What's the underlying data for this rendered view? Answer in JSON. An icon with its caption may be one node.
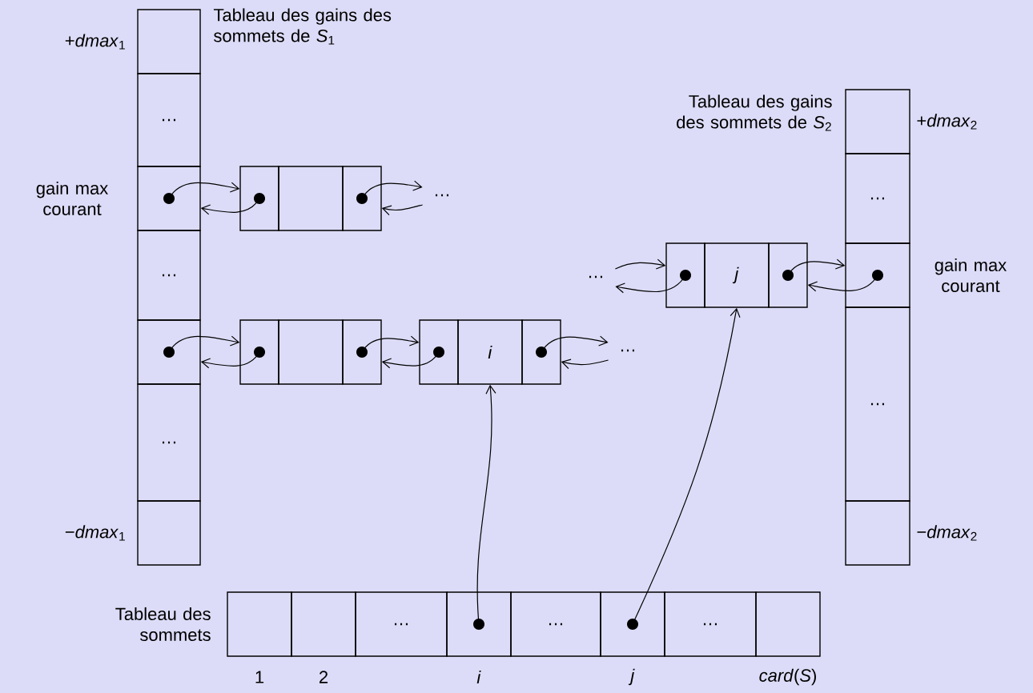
{
  "diagram": {
    "nodes": [
      {
        "text": [],
        "shape": "box",
        "beside": [
          "+*dmax*$_{1}$"
        ]
      },
      {
        "text": [
          "…"
        ]
      },
      {
        "text": [],
        "shape": "box",
        "beside": [
          "gain max courant"
        ]
      },
      {
        "text": [
          "…"
        ]
      },
      {
        "text": [],
        "shape": "box"
      },
      {
        "text": [
          "…"
        ]
      },
      {
        "text": [],
        "shape": "box",
        "beside": [
          "−*dmax*$_{1}$"
        ]
      },
      {
        "text": [],
        "shape": "box",
        "beside": [
          "+*dmax*$_{2}$"
        ]
      },
      {
        "text": [
          "…"
        ]
      },
      {
        "text": [],
        "shape": "box",
        "beside": [
          "gain max courant"
        ]
      },
      {
        "text": [
          "…"
        ]
      },
      {
        "text": [],
        "shape": "box",
        "beside": [
          "−*dmax*$_{2}$"
        ]
      },
      {
        "text": [],
        "shape": "box"
      },
      {
        "text": [],
        "shape": "box"
      },
      {
        "text": [],
        "shape": "box"
      },
      {
        "text": [],
        "shape": "box"
      },
      {
        "text": [],
        "shape": "box"
      },
      {
        "text": [],
        "shape": "box"
      },
      {
        "text": [],
        "shape": "box"
      },
      {
        "text": [
          "*i*"
        ]
      },
      {
        "text": [],
        "shape": "box"
      },
      {
        "text": [],
        "shape": "box"
      },
      {
        "text": [
          "*j*"
        ]
      },
      {
        "text": [],
        "shape": "box"
      },
      {
        "text": [],
        "shape": "box",
        "beside": [
          "1"
        ]
      },
      {
        "text": [],
        "shape": "box",
        "beside": [
          "2"
        ]
      },
      {
        "text": [
          "…"
        ]
      },
      {
        "text": [],
        "shape": "box",
        "beside": [
          "*i*"
        ]
      },
      {
        "text": [
          "…"
        ]
      },
      {
        "text": [],
        "shape": "box",
        "beside": [
          "*j*"
        ]
      },
      {
        "text": [
          "…"
        ]
      },
      {
        "text": [],
        "shape": "box",
        "beside": [
          "*card*(*S*)"
        ]
      },
      {
        "text": [
          "…"
        ]
      },
      {
        "text": [
          "…"
        ]
      },
      {
        "text": [
          "…"
        ]
      }
    ],
    "edges": [
      {
        "from": 2,
        "to": 12,
        "arrow": "to"
      },
      {
        "from": 12,
        "to": 2,
        "arrow": "to"
      },
      {
        "from": 14,
        "to": 32,
        "arrow": "to"
      },
      {
        "from": 32,
        "to": 14,
        "arrow": "to"
      },
      {
        "from": 4,
        "to": 15,
        "arrow": "to"
      },
      {
        "from": 15,
        "to": 4,
        "arrow": "to"
      },
      {
        "from": 17,
        "to": 18,
        "arrow": "to"
      },
      {
        "from": 18,
        "to": 17,
        "arrow": "to"
      },
      {
        "from": 20,
        "to": 33,
        "arrow": "to"
      },
      {
        "from": 33,
        "to": 20,
        "arrow": "to"
      },
      {
        "from": 34,
        "to": 21,
        "arrow": "to"
      },
      {
        "from": 21,
        "to": 34,
        "arrow": "to"
      },
      {
        "from": 23,
        "to": 9,
        "arrow": "to"
      },
      {
        "from": 9,
        "to": 23,
        "arrow": "to"
      },
      {
        "from": 27,
        "to": 19,
        "arrow": "to"
      },
      {
        "from": 29,
        "to": 22,
        "arrow": "to"
      }
    ],
    "labels": [
      "Tableau des gains des sommets de *S*$_{1}$",
      "Tableau des gains des sommets de *S*$_{2}$",
      "Tableau des sommets"
    ]
  }
}
